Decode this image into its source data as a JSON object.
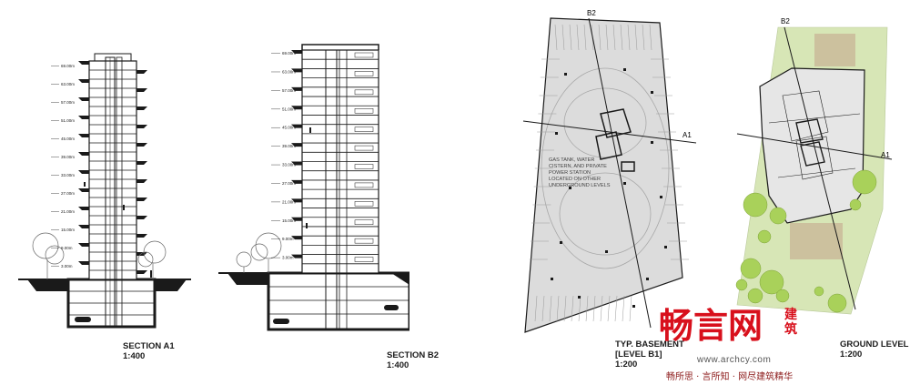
{
  "drawings": [
    {
      "id": "section-a1",
      "title": "SECTION A1",
      "scale": "1:400"
    },
    {
      "id": "section-b2",
      "title": "SECTION B2",
      "scale": "1:400"
    },
    {
      "id": "basement",
      "title_line1": "TYP. BASEMENT",
      "title_line2": "[LEVEL B1]",
      "scale": "1:200"
    },
    {
      "id": "ground",
      "title": "GROUND LEVEL",
      "scale": "1:200"
    }
  ],
  "section_a1_levels": [
    "69.00m",
    "63.00m",
    "57.00m",
    "51.00m",
    "45.00m",
    "39.00m",
    "33.00m",
    "27.00m",
    "21.00m",
    "15.00m",
    "9.00m",
    "3.00m"
  ],
  "section_b2_levels": [
    "69.00m",
    "63.00m",
    "57.00m",
    "51.00m",
    "45.00m",
    "39.00m",
    "33.00m",
    "27.00m",
    "21.00m",
    "15.00m",
    "9.00m",
    "3.00m"
  ],
  "section_markers": {
    "a1": "A1",
    "b2": "B2"
  },
  "basement_note": [
    "GAS TANK, WATER",
    "CISTERN, AND PRIVATE",
    "POWER STATION",
    "LOCATED ON OTHER",
    "UNDERGROUND LEVELS"
  ],
  "watermark": {
    "logo": "畅言网",
    "side": "建筑",
    "url": "www.archcy.com",
    "slogan": "畅所思 · 言所知 · 网尽建筑精华"
  },
  "colors": {
    "line": "#1a1a1a",
    "plan_fill": "#d9d9d9",
    "grass": "#d7e6b6",
    "tree": "#a9d15a",
    "paving": "#c9b898",
    "watermark": "#d8101c"
  }
}
